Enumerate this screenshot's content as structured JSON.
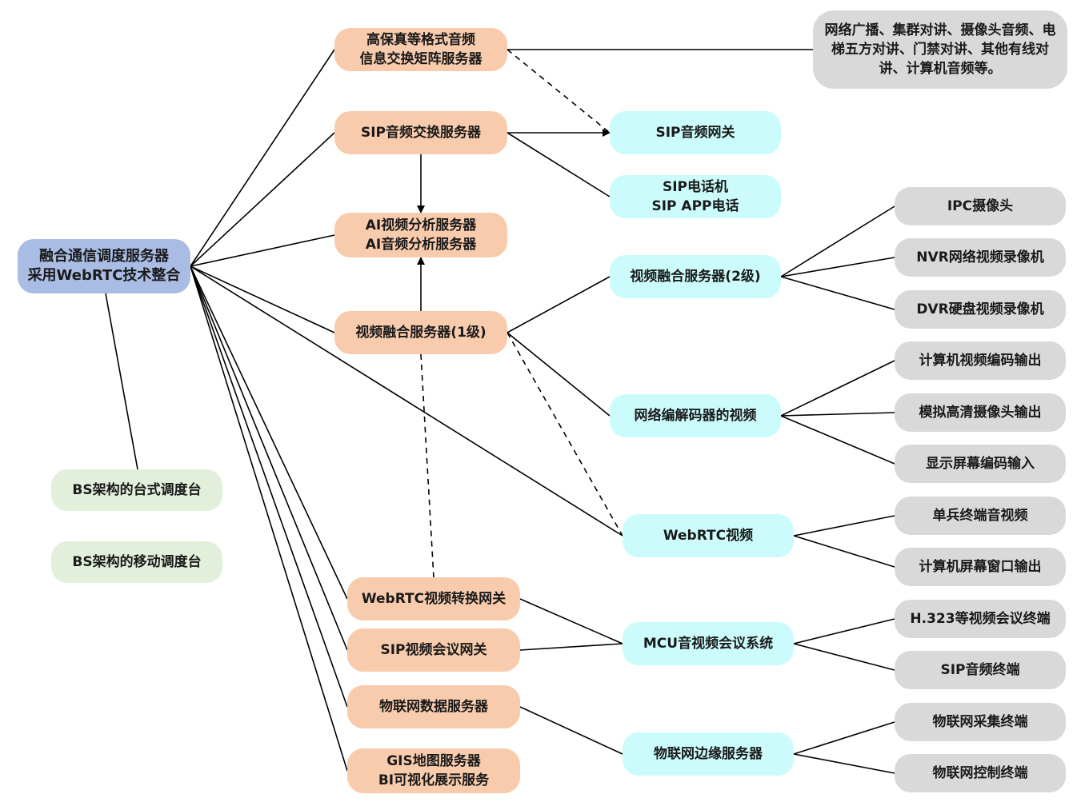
{
  "nodes": {
    "center": "融合通信调度服务器\n采用WebRTC技术整合",
    "bs_desktop": "BS架构的台式调度台",
    "bs_mobile": "BS架构的移动调度台",
    "hifi_matrix": "高保真等格式音频\n信息交换矩阵服务器",
    "sip_audio_switch": "SIP音频交换服务器",
    "ai_analysis": "AI视频分析服务器\nAI音频分析服务器",
    "video_fusion_1": "视频融合服务器(1级)",
    "webrtc_gateway": "WebRTC视频转换网关",
    "sip_video_gateway": "SIP视频会议网关",
    "iot_data": "物联网数据服务器",
    "gis_bi": "GIS地图服务器\nBI可视化展示服务",
    "sip_audio_gateway": "SIP音频网关",
    "sip_phone": "SIP电话机\nSIP APP电话",
    "video_fusion_2": "视频融合服务器(2级)",
    "codec_video": "网络编解码器的视频",
    "webrtc_video": "WebRTC视频",
    "mcu": "MCU音视频会议系统",
    "iot_edge": "物联网边缘服务器",
    "broadcast": "网络广播、集群对讲、摄像头音频、电梯五方对讲、门禁对讲、其他有线对讲、计算机音频等。",
    "ipc": "IPC摄像头",
    "nvr": "NVR网络视频录像机",
    "dvr": "DVR硬盘视频录像机",
    "pc_video_out": "计算机视频编码输出",
    "analog_hd_out": "模拟高清摄像头输出",
    "screen_encode_in": "显示屏幕编码输入",
    "soldier_terminal": "单兵终端音视频",
    "pc_window_out": "计算机屏幕窗口输出",
    "h323_terminal": "H.323等视频会议终端",
    "sip_audio_terminal": "SIP音频终端",
    "iot_collect": "物联网采集终端",
    "iot_control": "物联网控制终端"
  },
  "edges": [
    [
      "center",
      "hifi_matrix",
      "solid"
    ],
    [
      "center",
      "sip_audio_switch",
      "solid"
    ],
    [
      "center",
      "ai_analysis",
      "solid"
    ],
    [
      "center",
      "video_fusion_1",
      "solid"
    ],
    [
      "center",
      "webrtc_video",
      "solid"
    ],
    [
      "center",
      "webrtc_gateway",
      "solid"
    ],
    [
      "center",
      "sip_video_gateway",
      "solid"
    ],
    [
      "center",
      "iot_data",
      "solid"
    ],
    [
      "center",
      "gis_bi",
      "solid"
    ],
    [
      "center",
      "bs_desktop",
      "solid"
    ],
    [
      "hifi_matrix",
      "broadcast",
      "solid"
    ],
    [
      "hifi_matrix",
      "sip_audio_gateway",
      "dashed"
    ],
    [
      "sip_audio_switch",
      "sip_audio_gateway",
      "arrow"
    ],
    [
      "sip_audio_switch",
      "sip_phone",
      "solid"
    ],
    [
      "sip_audio_switch",
      "ai_analysis",
      "arrow"
    ],
    [
      "video_fusion_1",
      "ai_analysis",
      "arrow"
    ],
    [
      "video_fusion_1",
      "video_fusion_2",
      "solid"
    ],
    [
      "video_fusion_1",
      "codec_video",
      "solid"
    ],
    [
      "video_fusion_1",
      "webrtc_video",
      "dashed"
    ],
    [
      "video_fusion_1",
      "webrtc_gateway",
      "dashed"
    ],
    [
      "video_fusion_2",
      "ipc",
      "solid"
    ],
    [
      "video_fusion_2",
      "nvr",
      "solid"
    ],
    [
      "video_fusion_2",
      "dvr",
      "solid"
    ],
    [
      "codec_video",
      "pc_video_out",
      "solid"
    ],
    [
      "codec_video",
      "analog_hd_out",
      "solid"
    ],
    [
      "codec_video",
      "screen_encode_in",
      "solid"
    ],
    [
      "webrtc_video",
      "soldier_terminal",
      "solid"
    ],
    [
      "webrtc_video",
      "pc_window_out",
      "solid"
    ],
    [
      "webrtc_gateway",
      "mcu",
      "solid"
    ],
    [
      "sip_video_gateway",
      "mcu",
      "solid"
    ],
    [
      "mcu",
      "h323_terminal",
      "solid"
    ],
    [
      "mcu",
      "sip_audio_terminal",
      "solid"
    ],
    [
      "iot_data",
      "iot_edge",
      "solid"
    ],
    [
      "iot_edge",
      "iot_collect",
      "solid"
    ],
    [
      "iot_edge",
      "iot_control",
      "solid"
    ]
  ],
  "colors": {
    "center": "#a9bde4",
    "server": "#f8cbad",
    "gateway": "#ccfbfb",
    "terminal": "#d9d9d9",
    "console": "#e2efda",
    "line": "#000000"
  }
}
